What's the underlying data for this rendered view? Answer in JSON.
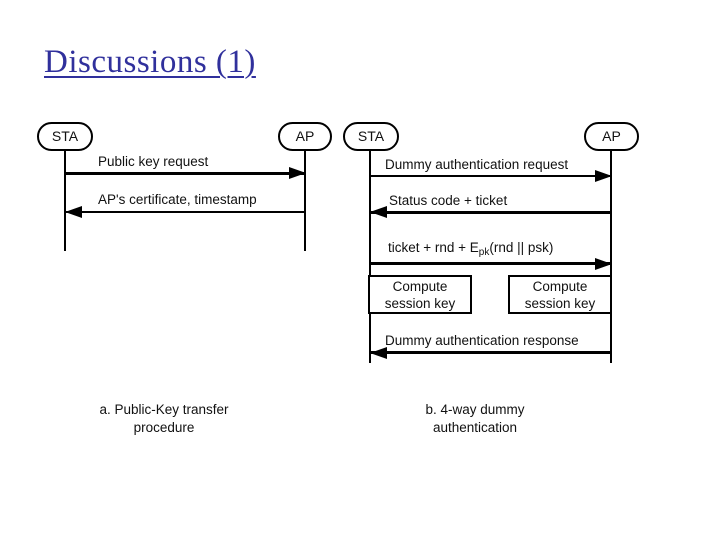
{
  "slide": {
    "title": "Discussions (1)",
    "title_color": "#30309c"
  },
  "diagram_a": {
    "actors": {
      "left": "STA",
      "right": "AP"
    },
    "messages": [
      {
        "label": "Public key request",
        "direction": "right"
      },
      {
        "label": "AP's certificate, timestamp",
        "direction": "left"
      }
    ],
    "caption_line1": "a. Public-Key transfer",
    "caption_line2": "procedure"
  },
  "diagram_b": {
    "actors": {
      "left": "STA",
      "right": "AP"
    },
    "messages": [
      {
        "label": "Dummy authentication request",
        "direction": "right"
      },
      {
        "label": "Status code + ticket",
        "direction": "left"
      },
      {
        "label_pre": "ticket + rnd + E",
        "label_sub": "pk",
        "label_post": "(rnd || psk)",
        "direction": "right"
      },
      {
        "label": "Dummy authentication response",
        "direction": "left"
      }
    ],
    "compute_boxes": [
      {
        "line1": "Compute",
        "line2": "session key"
      },
      {
        "line1": "Compute",
        "line2": "session key"
      }
    ],
    "caption_line1": "b. 4-way dummy",
    "caption_line2": "authentication"
  }
}
